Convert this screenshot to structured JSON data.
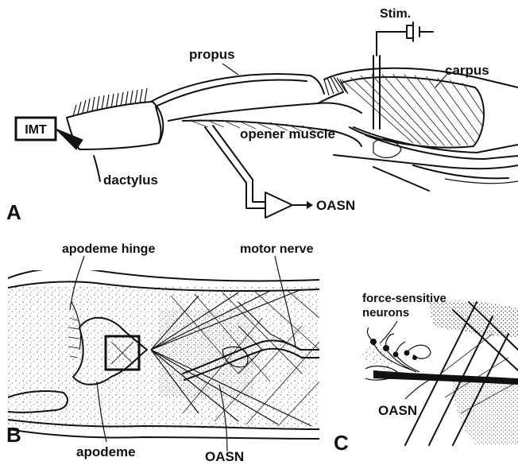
{
  "panels": {
    "a": {
      "letter": "A",
      "labels": {
        "imt": "IMT",
        "propus": "propus",
        "carpus": "carpus",
        "stim": "Stim.",
        "opener_muscle": "opener muscle",
        "dactylus": "dactylus",
        "oasn": "OASN"
      }
    },
    "b": {
      "letter": "B",
      "labels": {
        "apodeme_hinge": "apodeme hinge",
        "motor_nerve": "motor nerve",
        "apodeme": "apodeme",
        "oasn": "OASN"
      }
    },
    "c": {
      "letter": "C",
      "labels": {
        "force_sensitive_line1": "force-sensitive",
        "force_sensitive_line2": "neurons",
        "oasn": "OASN"
      }
    }
  }
}
